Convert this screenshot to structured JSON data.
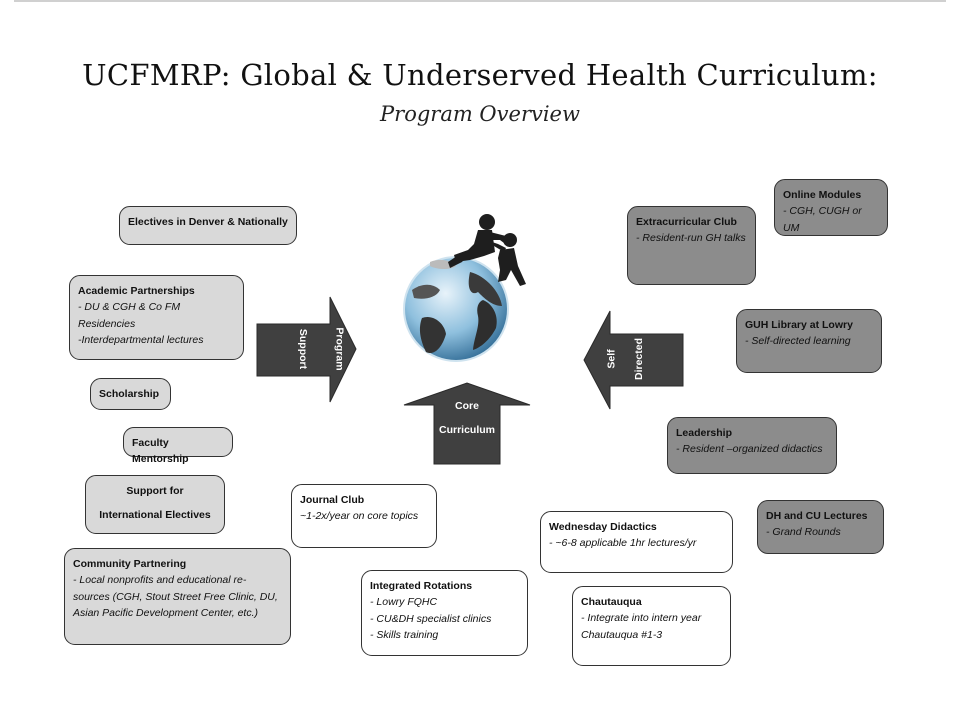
{
  "title": "UCFMRP: Global & Underserved Health Curriculum:",
  "subtitle": "Program Overview",
  "arrows": {
    "program_support": [
      "Program",
      "Support"
    ],
    "core_curriculum": [
      "Core",
      "Curriculum"
    ],
    "self_directed": [
      "Self",
      "Directed"
    ]
  },
  "colors": {
    "light_box": "#d9d9d9",
    "dark_box": "#8c8c8c",
    "arrow": "#404040"
  },
  "boxes": {
    "electives": {
      "title": "Electives in Denver & Nationally"
    },
    "academic": {
      "title": "Academic Partnerships",
      "lines": [
        "- DU & CGH & Co FM Residencies",
        "-Interdepartmental lectures"
      ]
    },
    "scholarship": {
      "title": "Scholarship"
    },
    "faculty": {
      "title": "Faculty Mentorship"
    },
    "support": {
      "title": [
        "Support for",
        "International Electives"
      ]
    },
    "community": {
      "title": "Community Partnering",
      "lines": [
        "- Local nonprofits and educational re-",
        "sources (CGH, Stout Street Free Clinic,  DU,",
        "Asian Pacific Development Center, etc.)"
      ]
    },
    "journal": {
      "title": "Journal Club",
      "lines": [
        "~1-2x/year on core topics"
      ]
    },
    "integrated": {
      "title": "Integrated Rotations",
      "lines": [
        "- Lowry FQHC",
        "- CU&DH specialist clinics",
        "- Skills training"
      ]
    },
    "wednesday": {
      "title": "Wednesday Didactics",
      "lines": [
        "- ~6-8 applicable 1hr lectures/yr"
      ]
    },
    "chautauqua": {
      "title": "Chautauqua",
      "lines": [
        "- Integrate into intern year",
        "Chautauqua #1-3"
      ]
    },
    "online": {
      "title": "Online Modules",
      "lines": [
        "- CGH, CUGH  or UM"
      ]
    },
    "extracurricular": {
      "title": "Extracurricular Club",
      "lines": [
        "- Resident-run GH talks"
      ]
    },
    "library": {
      "title": "GUH Library at Lowry",
      "lines": [
        "- Self-directed learning"
      ]
    },
    "leadership": {
      "title": "Leadership",
      "lines": [
        "- Resident –organized didactics"
      ]
    },
    "lectures": {
      "title": "DH and CU Lectures",
      "lines": [
        "- Grand Rounds"
      ]
    }
  }
}
